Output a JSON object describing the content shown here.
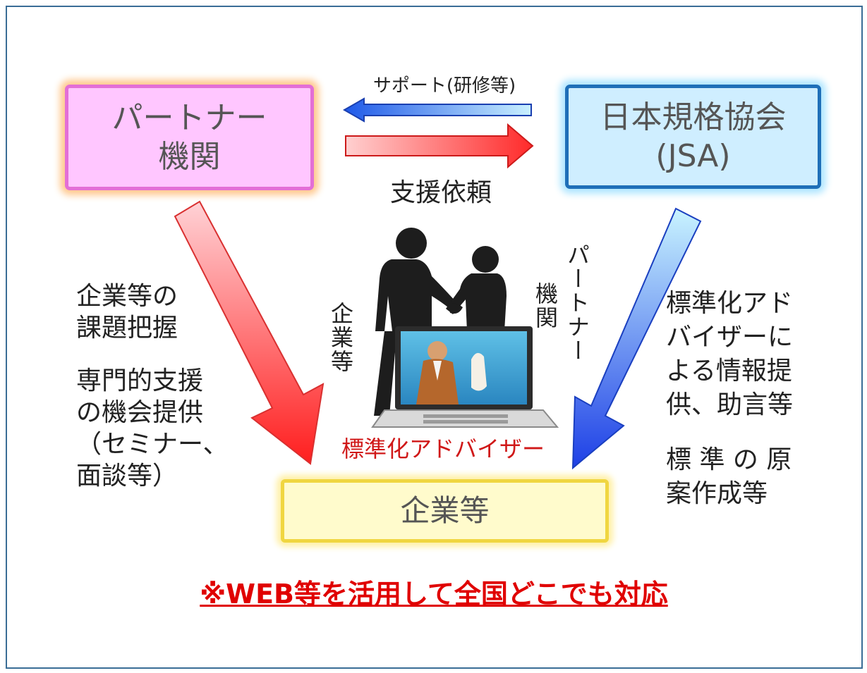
{
  "partner_box": {
    "line1": "パートナー",
    "line2": "機関"
  },
  "jsa_box": {
    "line1": "日本規格協会",
    "line2": "(JSA)"
  },
  "company_box": {
    "label": "企業等"
  },
  "arrows": {
    "support_label": "サポート(研修等)",
    "request_label": "支援依頼"
  },
  "left_text": {
    "line1": "企業等の",
    "line2": "課題把握",
    "line3": "専門的支援",
    "line4": "の機会提供",
    "line5": "（セミナー、",
    "line6": "面談等）"
  },
  "right_text": {
    "line1": "標準化アド",
    "line2": "バイザーに",
    "line3": "よる情報提",
    "line4": "供、助言等",
    "line5": "標 準 の 原",
    "line6": "案作成等"
  },
  "center": {
    "vertical_company": "企業等",
    "vertical_partner_1": "パートナー",
    "vertical_partner_2": "機関",
    "adviser_label": "標準化アドバイザー"
  },
  "footer": {
    "note": "※WEB等を活用して全国どこでも対応"
  },
  "colors": {
    "partner_fill": "#ffc6ff",
    "partner_border": "#e36fd6",
    "jsa_fill": "#cfeeff",
    "jsa_border": "#1f6fb8",
    "company_fill": "#fffbcc",
    "company_border": "#f0d640",
    "red_arrow": "#ff3a3a",
    "blue_arrow": "#2e5fe0",
    "footer_red": "#e00000"
  }
}
